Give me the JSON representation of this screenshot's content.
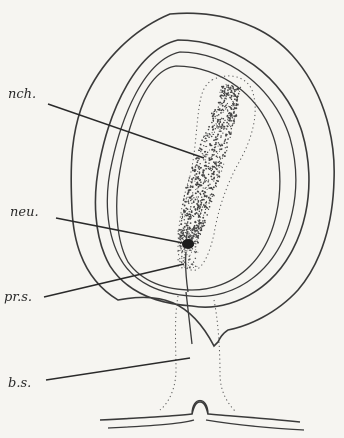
{
  "labels": {
    "notochord": "nch.",
    "neurenteric": "neu.",
    "primitive_streak": "pr.s.",
    "body_stalk": "b.s."
  },
  "colors": {
    "background": "#f6f5f1",
    "ink": "#2a2a2a"
  }
}
